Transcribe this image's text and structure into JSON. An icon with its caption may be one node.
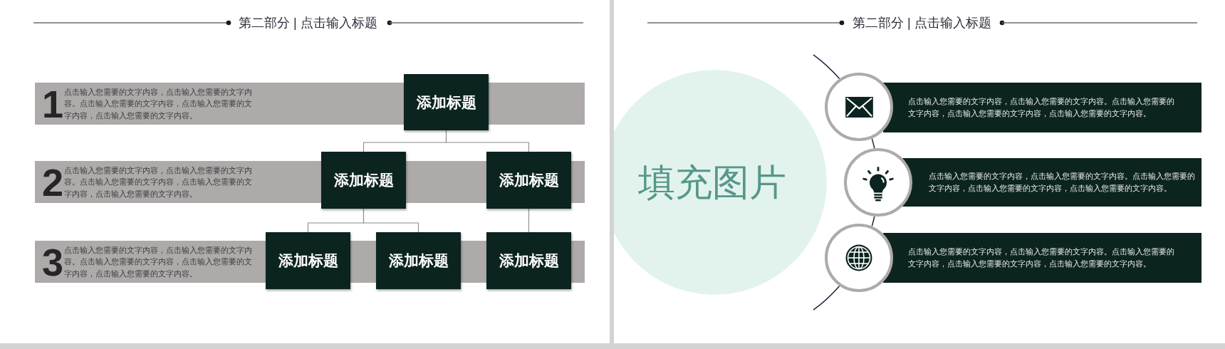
{
  "diagram": {
    "title": "第二部分 | 点击输入标题",
    "nodes": [
      {
        "text": [
          "1",
          "点击输入您需要的文字内容，点击输入您需要的文字内容。点击输入您需要的文字内容，点击输入您需要的文字内容，点击输入您需要的文字内容。"
        ]
      },
      {
        "text": [
          "添加标题"
        ]
      },
      {
        "text": [
          "2",
          "点击输入您需要的文字内容，点击输入您需要的文字内容。点击输入您需要的文字内容，点击输入您需要的文字内容，点击输入您需要的文字内容。"
        ]
      },
      {
        "text": [
          "添加标题"
        ]
      },
      {
        "text": [
          "添加标题"
        ]
      },
      {
        "text": [
          "3",
          "点击输入您需要的文字内容，点击输入您需要的文字内容。点击输入您需要的文字内容，点击输入您需要的文字内容，点击输入您需要的文字内容。"
        ]
      },
      {
        "text": [
          "添加标题"
        ]
      },
      {
        "text": [
          "添加标题"
        ]
      },
      {
        "text": [
          "添加标题"
        ]
      },
      {
        "text": [
          "填充图片"
        ]
      },
      {
        "text": [],
        "shape": "circle"
      },
      {
        "text": [
          "点击输入您需要的文字内容，点击输入您需要的文字内容。点击输入您需要的文字内容，点击输入您需要的文字内容，点击输入您需要的文字内容。"
        ]
      },
      {
        "text": [],
        "shape": "circle"
      },
      {
        "text": [
          "点击输入您需要的文字内容，点击输入您需要的文字内容。点击输入您需要的文字内容，点击输入您需要的文字内容，点击输入您需要的文字内容。"
        ]
      },
      {
        "text": [],
        "shape": "circle"
      },
      {
        "text": [
          "点击输入您需要的文字内容，点击输入您需要的文字内容。点击输入您需要的文字内容，点击输入您需要的文字内容，点击输入您需要的文字内容。"
        ]
      }
    ],
    "edges": [
      {
        "from": 1,
        "to": 3,
        "arrow": "none"
      },
      {
        "from": 1,
        "to": 4,
        "arrow": "none"
      },
      {
        "from": 3,
        "to": 6,
        "arrow": "none"
      },
      {
        "from": 3,
        "to": 7,
        "arrow": "none"
      },
      {
        "from": 4,
        "to": 8,
        "arrow": "none"
      },
      {
        "from": null,
        "to": 10,
        "arrow": "none",
        "color": "#1e2242"
      },
      {
        "from": 10,
        "to": 12,
        "arrow": "none",
        "color": "#1e2242"
      },
      {
        "from": 12,
        "to": 14,
        "arrow": "none",
        "color": "#1e2242"
      },
      {
        "from": 14,
        "to": null,
        "arrow": "none",
        "color": "#1e2242"
      }
    ],
    "labels": [
      "第二部分 | 点击输入标题"
    ]
  }
}
